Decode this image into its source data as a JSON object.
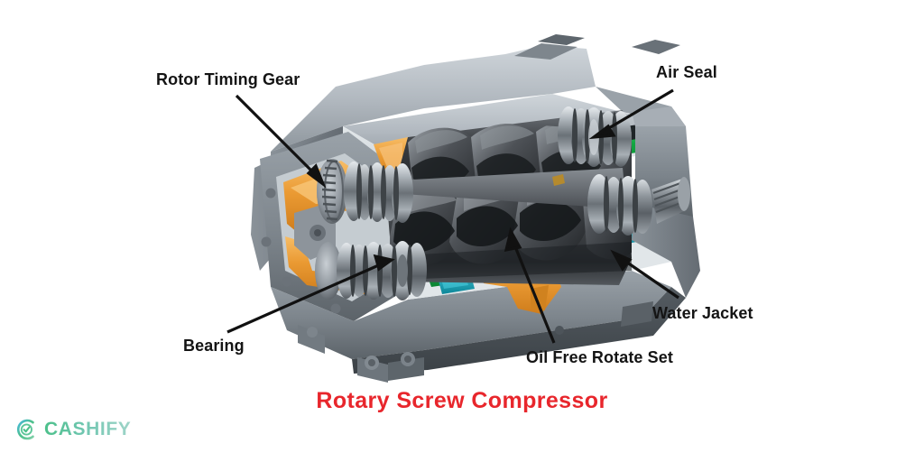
{
  "figure": {
    "title": "Rotary Screw Compressor",
    "subject": "rotary-screw-compressor-cutaway",
    "background_color": "#ffffff",
    "callouts": [
      {
        "id": "rotor-timing-gear",
        "label": "Rotor Timing Gear",
        "target": "timing gear at left rotor shaft end"
      },
      {
        "id": "air-seal",
        "label": "Air Seal",
        "target": "ribbed seal stack on right male rotor shaft"
      },
      {
        "id": "water-jacket",
        "label": "Water Jacket",
        "target": "green coolant channel in lower casing"
      },
      {
        "id": "oil-free-rotate-set",
        "label": "Oil Free Rotate Set",
        "target": "twin helical screw rotor pair"
      },
      {
        "id": "bearing",
        "label": "Bearing",
        "target": "roller bearing stack on lower rotor shaft"
      }
    ],
    "colors": {
      "casing_light": "#b9c0c6",
      "casing_mid": "#8d959c",
      "casing_dark": "#6d757c",
      "casing_shadow": "#4f565c",
      "water_jacket_green": "#0f9f3d",
      "water_jacket_green_light": "#3dc065",
      "oil_orange": "#e8952f",
      "oil_orange_light": "#f5b45a",
      "coolant_teal": "#17a0b4",
      "rotor_dark": "#2b2d30",
      "rotor_mid": "#4a4d51",
      "rotor_light": "#9aa0a5",
      "bearing_steel": "#b4bac0",
      "bearing_steel_dark": "#5a6066",
      "callout_text": "#141414",
      "caption_red": "#e8262c",
      "logo_green": "#4cc08a"
    }
  },
  "watermark": {
    "brand": "CASHIFY",
    "logo_icon": "cashify-c-check-logo"
  }
}
